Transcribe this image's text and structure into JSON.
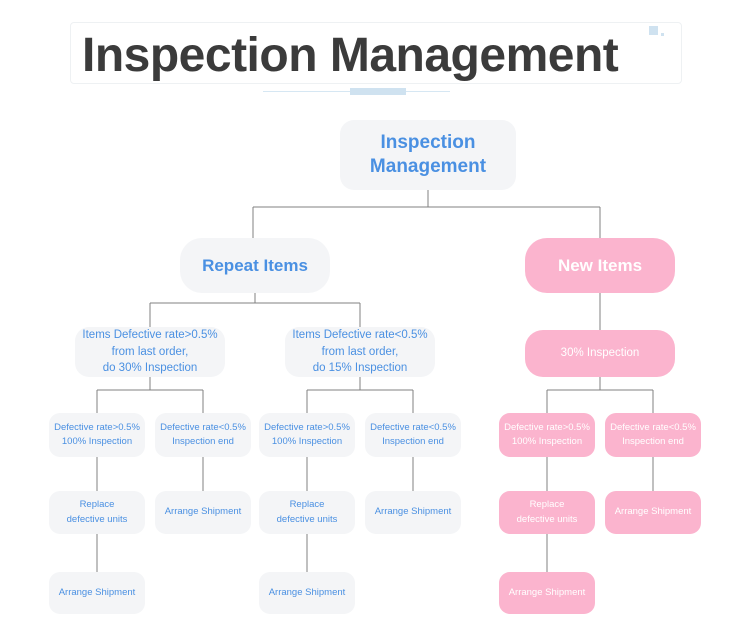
{
  "header": {
    "title": "Inspection Management",
    "accent_color": "#cfe2f0",
    "title_color": "#3b3b3b"
  },
  "theme": {
    "blue_node_bg": "#f4f5f7",
    "blue_node_text": "#4a90e2",
    "pink_node_bg": "#fbb4ce",
    "pink_node_text": "#ffffff",
    "connector_color": "#808080"
  },
  "diagram": {
    "type": "flowchart",
    "root": {
      "label_line1": "Inspection",
      "label_line2": "Management"
    },
    "branches": [
      {
        "name": "repeat-items",
        "style": "blue",
        "label": "Repeat Items",
        "children": [
          {
            "name": "repeat-high-defect",
            "line1": "Items Defective rate>0.5%",
            "line2": "from last order,",
            "line3": "do 30% Inspection",
            "children": [
              {
                "name": "repeat-high-rate-over",
                "line1": "Defective rate>0.5%",
                "line2": "100% Inspection",
                "next": {
                  "line1": "Replace",
                  "line2": "defective units",
                  "next": {
                    "line1": "Arrange Shipment"
                  }
                }
              },
              {
                "name": "repeat-high-rate-under",
                "line1": "Defective rate<0.5%",
                "line2": "Inspection end",
                "next": {
                  "line1": "Arrange Shipment"
                }
              }
            ]
          },
          {
            "name": "repeat-low-defect",
            "line1": "Items Defective rate<0.5%",
            "line2": "from last order,",
            "line3": "do 15% Inspection",
            "children": [
              {
                "name": "repeat-low-rate-over",
                "line1": "Defective rate>0.5%",
                "line2": "100% Inspection",
                "next": {
                  "line1": "Replace",
                  "line2": "defective units",
                  "next": {
                    "line1": "Arrange Shipment"
                  }
                }
              },
              {
                "name": "repeat-low-rate-under",
                "line1": "Defective rate<0.5%",
                "line2": "Inspection end",
                "next": {
                  "line1": "Arrange Shipment"
                }
              }
            ]
          }
        ]
      },
      {
        "name": "new-items",
        "style": "pink",
        "label": "New Items",
        "children": [
          {
            "name": "new-30-inspection",
            "line1": "30% Inspection",
            "children": [
              {
                "name": "new-rate-over",
                "line1": "Defective rate>0.5%",
                "line2": "100% Inspection",
                "next": {
                  "line1": "Replace",
                  "line2": "defective units",
                  "next": {
                    "line1": "Arrange Shipment"
                  }
                }
              },
              {
                "name": "new-rate-under",
                "line1": "Defective rate<0.5%",
                "line2": "Inspection end",
                "next": {
                  "line1": "Arrange Shipment"
                }
              }
            ]
          }
        ]
      }
    ]
  }
}
